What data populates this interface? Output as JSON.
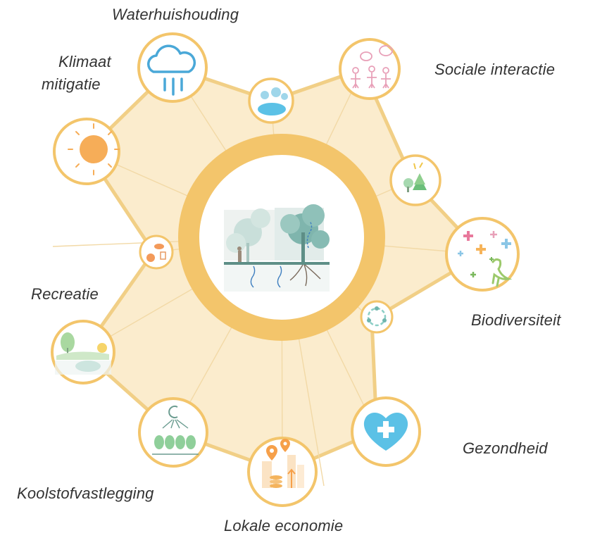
{
  "labels": {
    "water": "Waterhuishouding",
    "climate_line1": "Klimaat",
    "climate_line2": "mitigatie",
    "social": "Sociale interactie",
    "biodiversity": "Biodiversiteit",
    "recreation": "Recreatie",
    "health": "Gezondheid",
    "carbon": "Koolstofvastlegging",
    "economy": "Lokale economie"
  },
  "icons": {
    "rain_cloud": "rain-cloud-icon",
    "pond": "pond-icon",
    "people": "people-talking-icon",
    "tree_signal": "tree-signal-icon",
    "biodiversity": "heron-plus-icon",
    "recycle": "recycle-cycle-icon",
    "heart": "heart-plus-icon",
    "economy": "coins-location-icon",
    "carbon": "carbon-trees-icon",
    "recreation": "park-landscape-icon",
    "food": "food-icon",
    "sun": "sun-icon",
    "center": "trees-soil-infiltration-icon"
  },
  "colors": {
    "ring": "#f3c56b",
    "fill": "#fbeccd",
    "outline": "#f1cf86",
    "teal": "#6fb5ad",
    "blue": "#5bc1e6",
    "orange": "#f6a04a",
    "pink": "#e8a0b8",
    "green": "#92c98a"
  }
}
